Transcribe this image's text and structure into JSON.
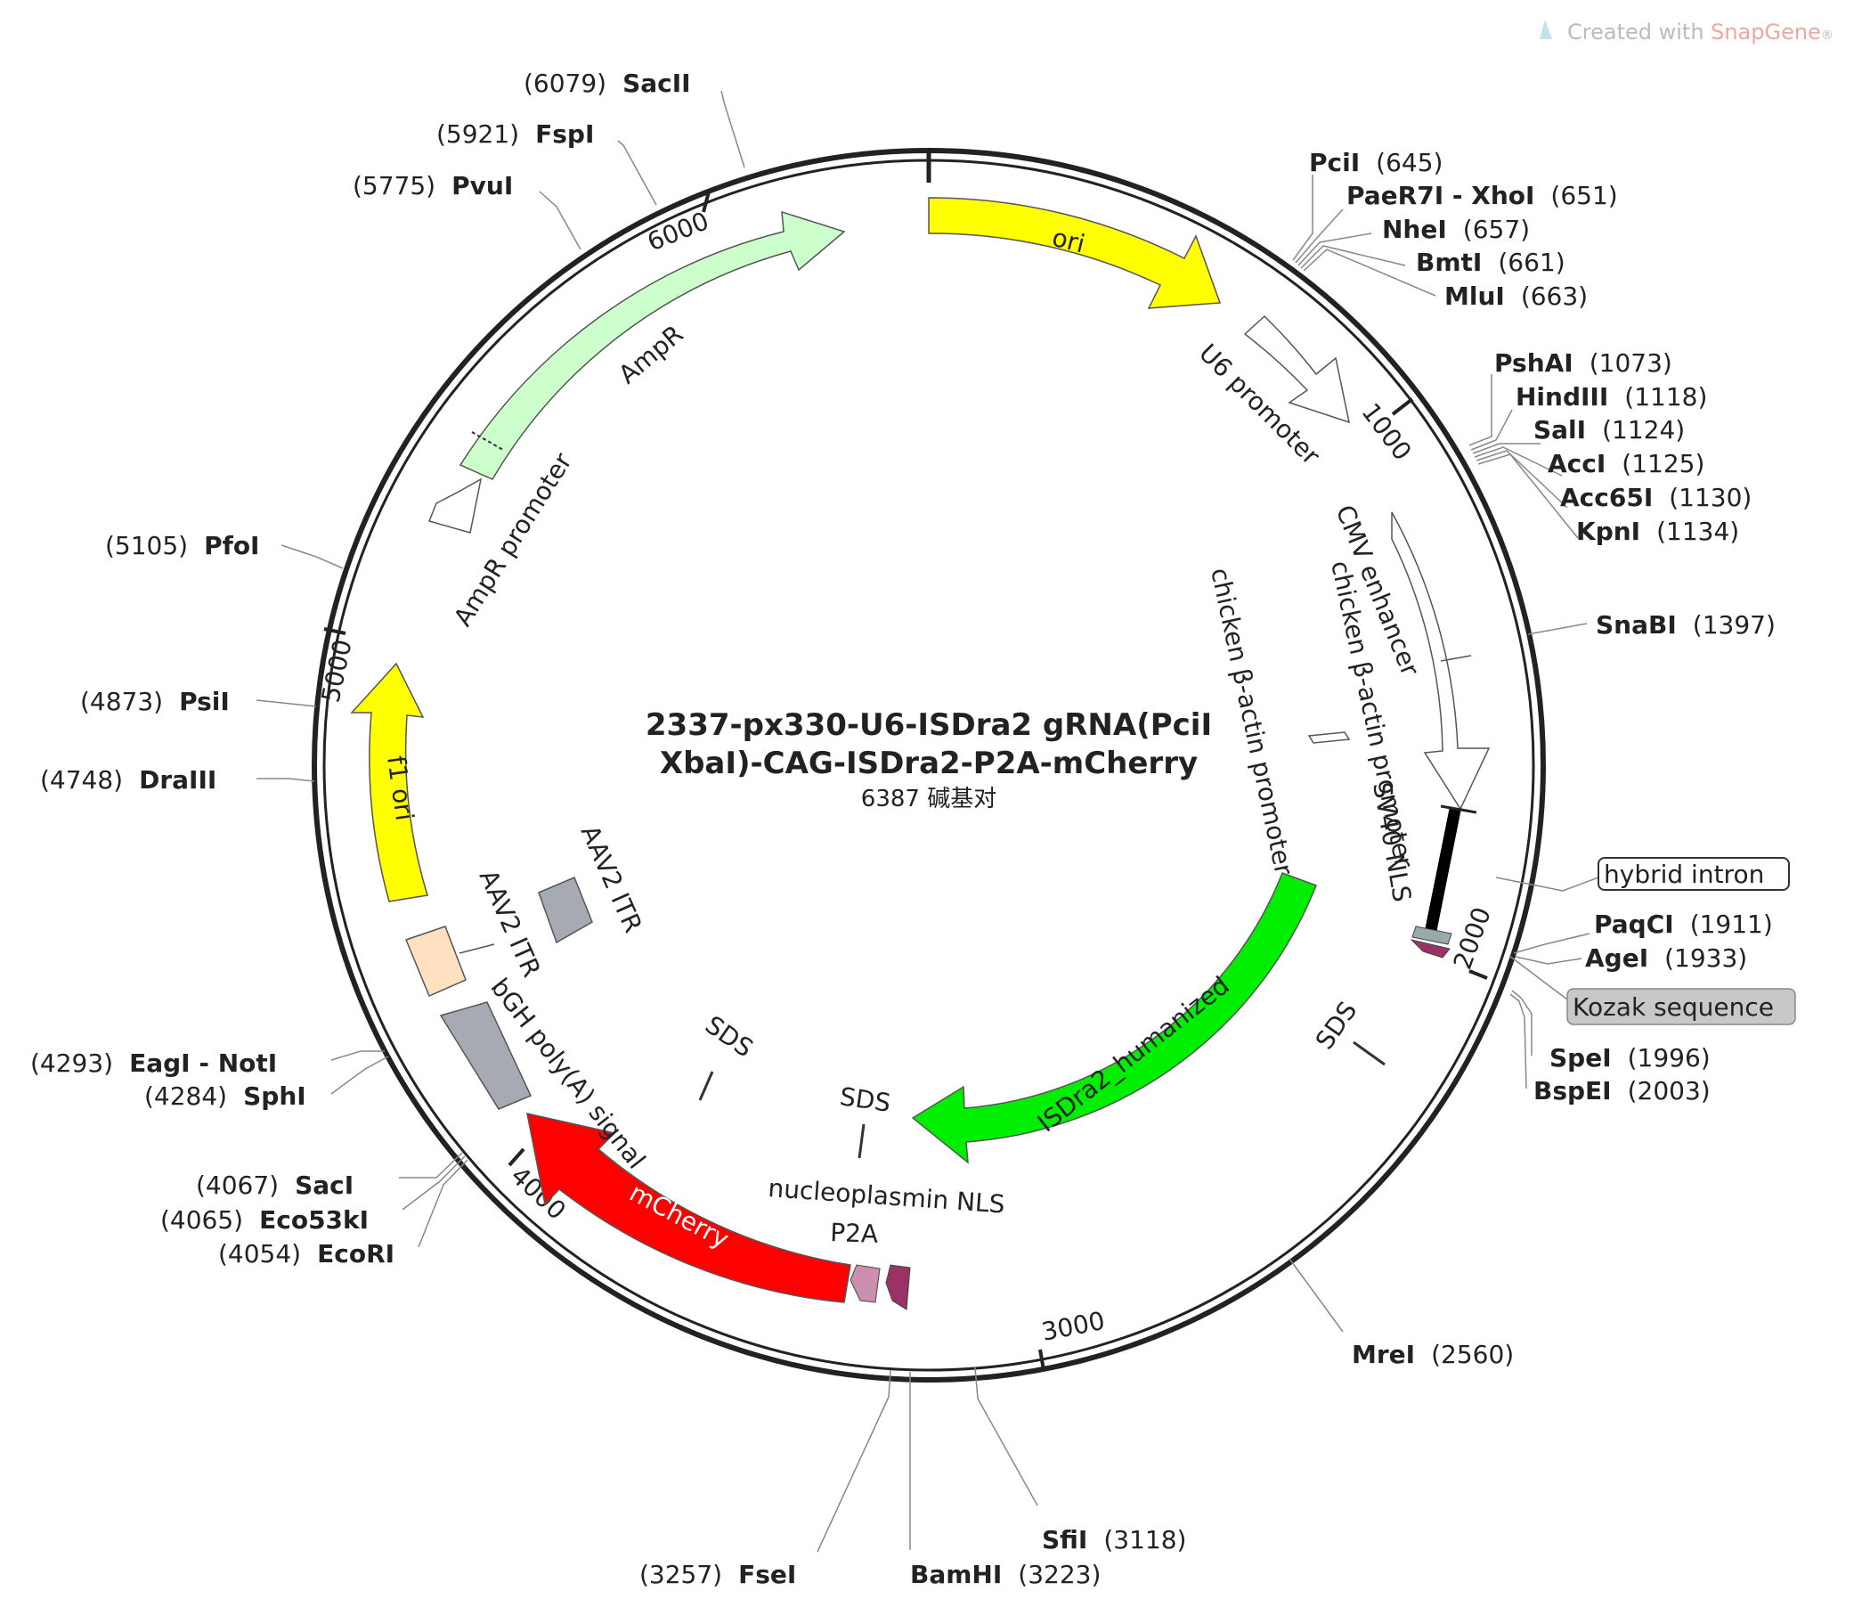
{
  "credit": {
    "prefix": "Created with ",
    "brand": "SnapGene",
    "suffix": "®"
  },
  "plasmid": {
    "title_line1": "2337-px330-U6-ISDra2 gRNA(PciI",
    "title_line2": "XbaI)-CAG-ISDra2-P2A-mCherry",
    "size_label": "6387 碱基对",
    "length_bp": 6387
  },
  "ticks": [
    {
      "bp": 1000,
      "label": "1000"
    },
    {
      "bp": 2000,
      "label": "2000"
    },
    {
      "bp": 3000,
      "label": "3000"
    },
    {
      "bp": 4000,
      "label": "4000"
    },
    {
      "bp": 5000,
      "label": "5000"
    },
    {
      "bp": 6000,
      "label": "6000"
    }
  ],
  "features": [
    {
      "id": "ori",
      "label": "ori",
      "color": "#ffff00"
    },
    {
      "id": "u6",
      "label": "U6 promoter",
      "color": "#ffffff"
    },
    {
      "id": "cmv",
      "label": "CMV enhancer",
      "color": "#ffffff"
    },
    {
      "id": "cba",
      "label": "chicken β-actin promoter",
      "color": "#ffffff"
    },
    {
      "id": "cba2",
      "label": "chicken β-actin promoter",
      "color": "#ffffff"
    },
    {
      "id": "sv40",
      "label": "SV40 NLS",
      "color": "#000000"
    },
    {
      "id": "hybrid",
      "label": "hybrid intron",
      "color": "#ffffff"
    },
    {
      "id": "kozak",
      "label": "Kozak sequence",
      "color": "#c8c8c8"
    },
    {
      "id": "isdra2",
      "label": "ISDra2_humanized",
      "color": "#00ee00"
    },
    {
      "id": "sds1",
      "label": "SDS",
      "color": "#333333"
    },
    {
      "id": "sds2",
      "label": "SDS",
      "color": "#333333"
    },
    {
      "id": "sds3",
      "label": "SDS",
      "color": "#333333"
    },
    {
      "id": "nls",
      "label": "nucleoplasmin NLS",
      "color": "#993366"
    },
    {
      "id": "p2a",
      "label": "P2A",
      "color": "#cc8fb0"
    },
    {
      "id": "mcherry",
      "label": "mCherry",
      "color": "#ff0000"
    },
    {
      "id": "bgh",
      "label": "bGH poly(A) signal",
      "color": "#a6abb3"
    },
    {
      "id": "aav1",
      "label": "AAV2 ITR",
      "color": "#ffe0c0"
    },
    {
      "id": "aav2",
      "label": "AAV2 ITR",
      "color": "#a6abb3"
    },
    {
      "id": "f1ori",
      "label": "f1 ori",
      "color": "#ffff00"
    },
    {
      "id": "ampprom",
      "label": "AmpR promoter",
      "color": "#ffffff"
    },
    {
      "id": "ampr",
      "label": "AmpR",
      "color": "#ccffcc"
    }
  ],
  "sites": [
    {
      "name": "SacII",
      "pos": "(6079)"
    },
    {
      "name": "FspI",
      "pos": "(5921)"
    },
    {
      "name": "PvuI",
      "pos": "(5775)"
    },
    {
      "name": "PciI",
      "pos": "(645)"
    },
    {
      "name": "PaeR7I - XhoI",
      "pos": "(651)"
    },
    {
      "name": "NheI",
      "pos": "(657)"
    },
    {
      "name": "BmtI",
      "pos": "(661)"
    },
    {
      "name": "MluI",
      "pos": "(663)"
    },
    {
      "name": "PshAI",
      "pos": "(1073)"
    },
    {
      "name": "HindIII",
      "pos": "(1118)"
    },
    {
      "name": "SalI",
      "pos": "(1124)"
    },
    {
      "name": "AccI",
      "pos": "(1125)"
    },
    {
      "name": "Acc65I",
      "pos": "(1130)"
    },
    {
      "name": "KpnI",
      "pos": "(1134)"
    },
    {
      "name": "SnaBI",
      "pos": "(1397)"
    },
    {
      "name": "PaqCI",
      "pos": "(1911)"
    },
    {
      "name": "AgeI",
      "pos": "(1933)"
    },
    {
      "name": "SpeI",
      "pos": "(1996)"
    },
    {
      "name": "BspEI",
      "pos": "(2003)"
    },
    {
      "name": "MreI",
      "pos": "(2560)"
    },
    {
      "name": "SfiI",
      "pos": "(3118)"
    },
    {
      "name": "BamHI",
      "pos": "(3223)"
    },
    {
      "name": "FseI",
      "pos": "(3257)"
    },
    {
      "name": "EcoRI",
      "pos": "(4054)"
    },
    {
      "name": "Eco53kI",
      "pos": "(4065)"
    },
    {
      "name": "SacI",
      "pos": "(4067)"
    },
    {
      "name": "SphI",
      "pos": "(4284)"
    },
    {
      "name": "EagI - NotI",
      "pos": "(4293)"
    },
    {
      "name": "DraIII",
      "pos": "(4748)"
    },
    {
      "name": "PsiI",
      "pos": "(4873)"
    },
    {
      "name": "PfoI",
      "pos": "(5105)"
    }
  ]
}
